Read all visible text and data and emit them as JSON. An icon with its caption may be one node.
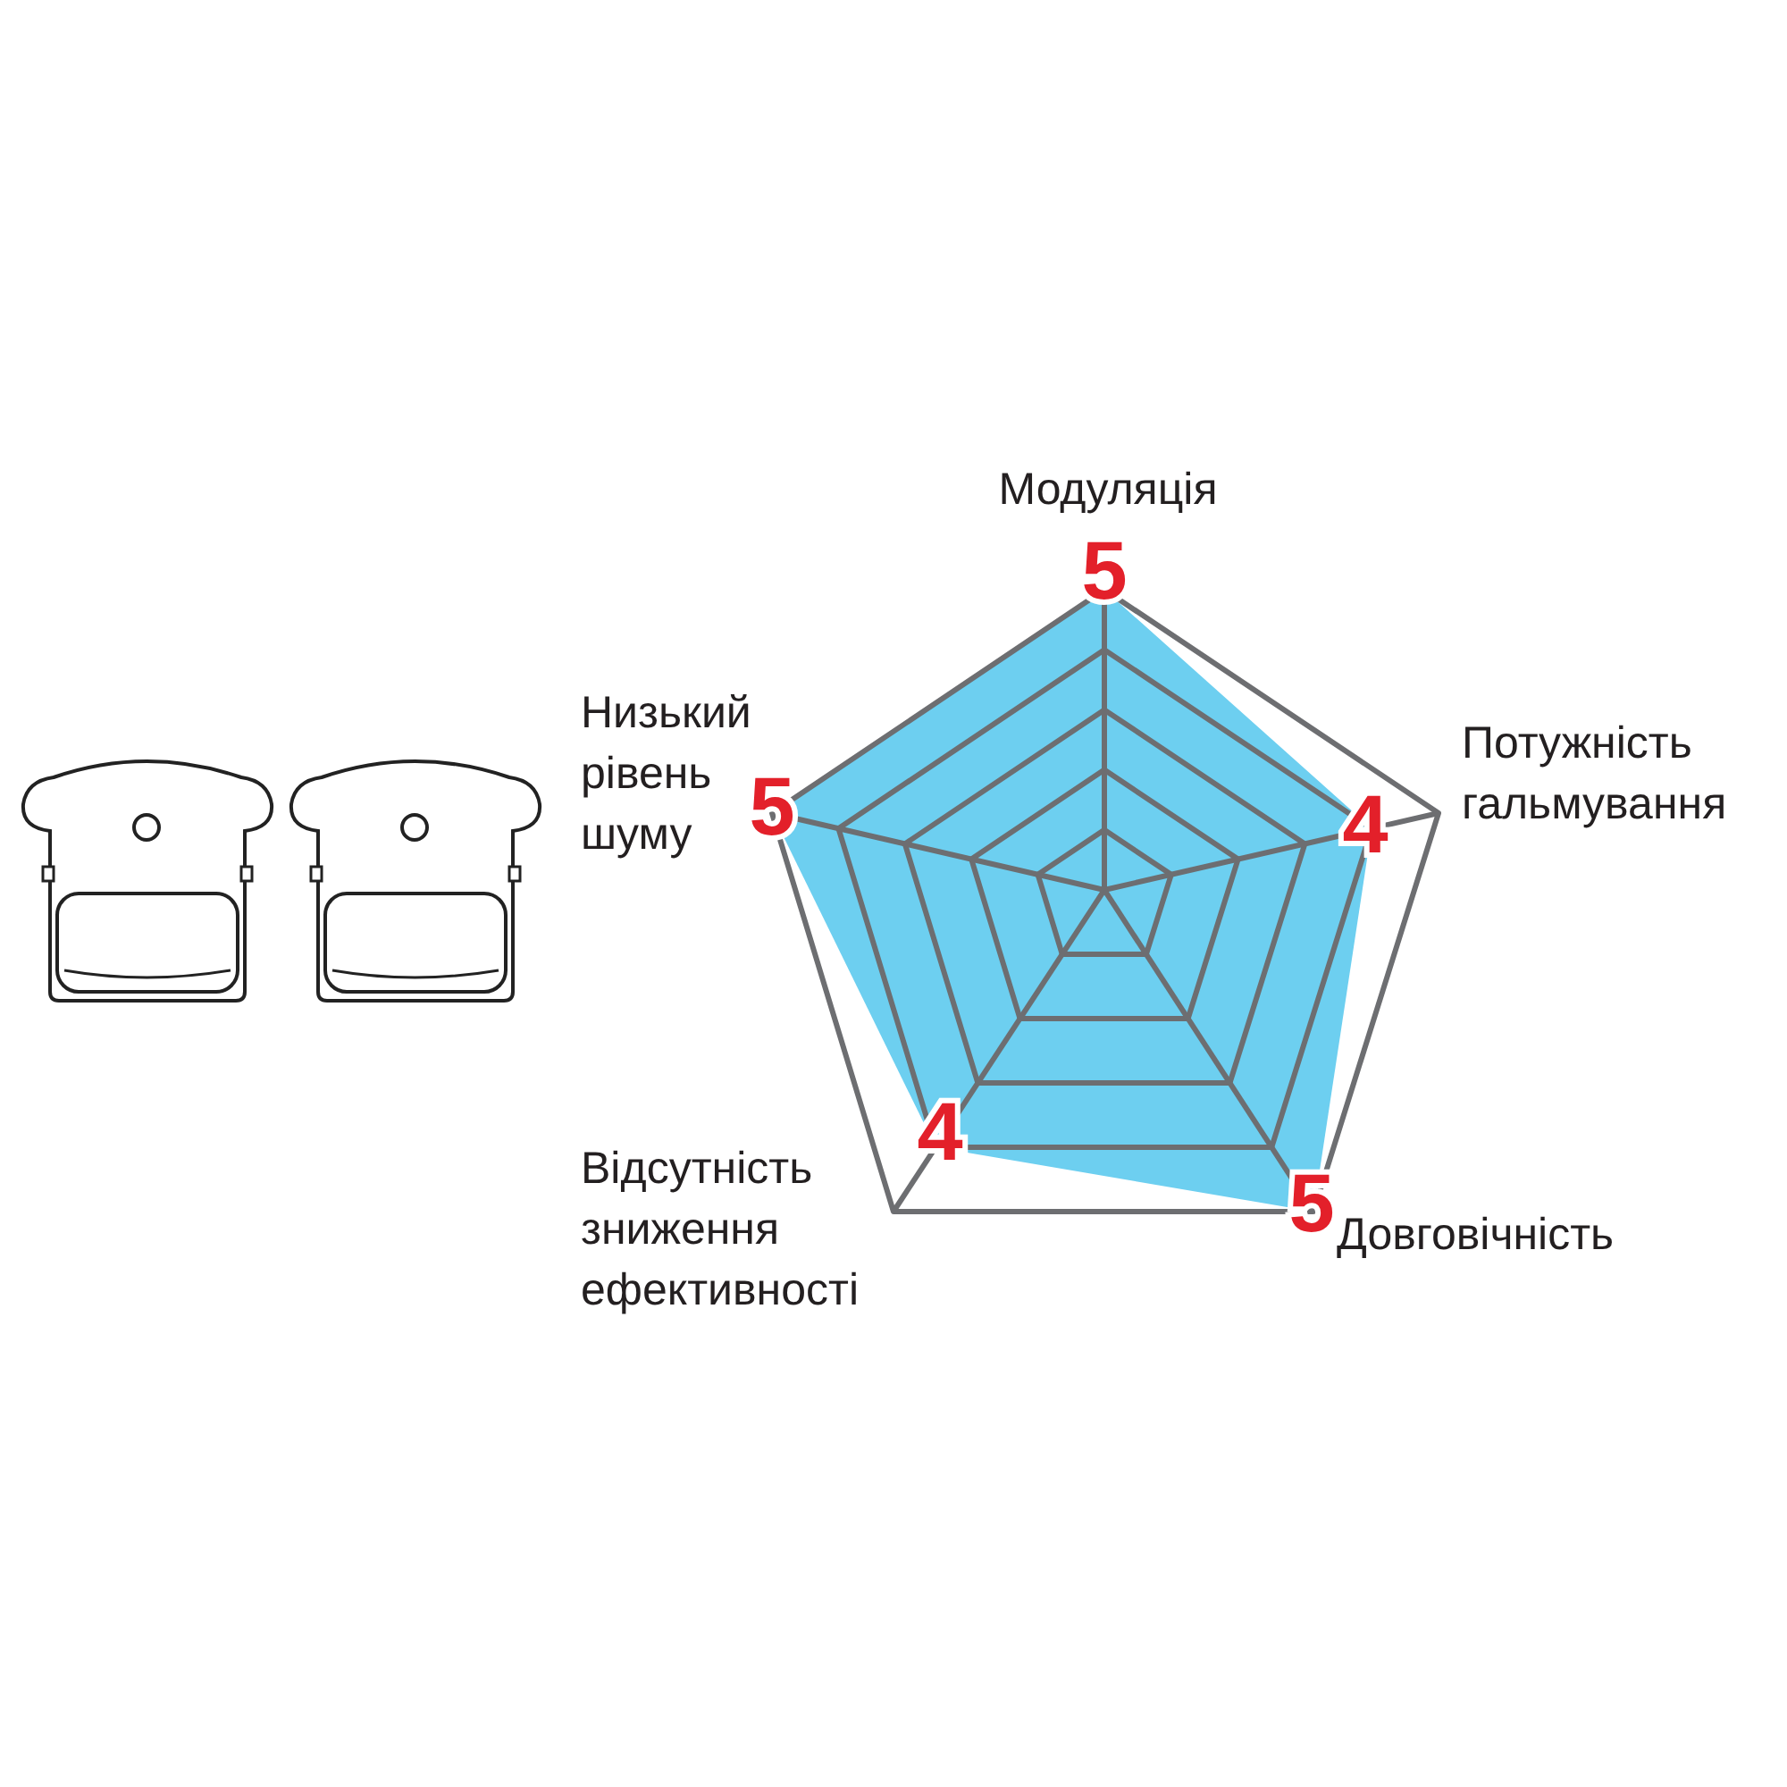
{
  "diagram": {
    "labels": [
      "Модуляція",
      "5",
      "Низький рівень шуму",
      "Потужність гальмування",
      "5",
      "4",
      "4",
      "Відсутність зниження ефективності",
      "5",
      "Довговічність"
    ]
  }
}
